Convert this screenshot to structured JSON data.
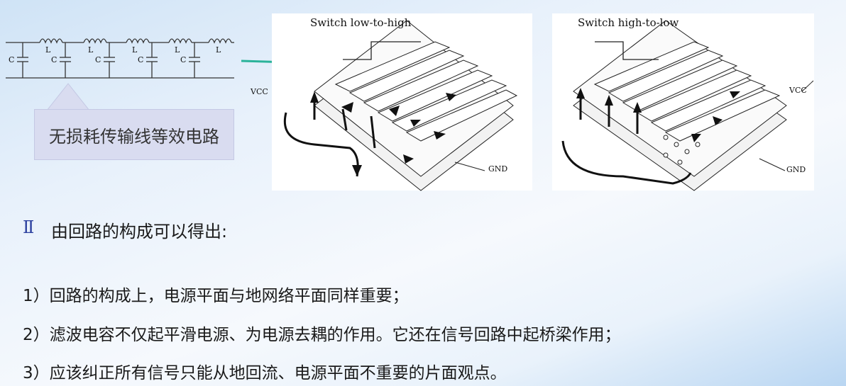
{
  "circuit": {
    "inductor_label": "L",
    "capacitor_label": "C",
    "equivalent_label": "无损耗传输线等效电路"
  },
  "figure_low_to_high": {
    "title": "Switch low-to-high",
    "vcc_label": "VCC",
    "gnd_label": "GND"
  },
  "figure_high_to_low": {
    "title": "Switch high-to-low",
    "vcc_label": "VCC",
    "gnd_label": "GND"
  },
  "content": {
    "heading_marker": "Ⅱ",
    "heading_text": "由回路的构成可以得出:",
    "points": [
      "1）回路的构成上，电源平面与地网络平面同样重要；",
      "2）滤波电容不仅起平滑电源、为电源去耦的作用。它还在信号回路中起桥梁作用；",
      "3）应该纠正所有信号只能从地回流、电源平面不重要的片面观点。"
    ]
  },
  "colors": {
    "heading_marker": "#2b3f9e",
    "connector_line": "#2bb39a",
    "label_box": "#d9dcf0"
  }
}
